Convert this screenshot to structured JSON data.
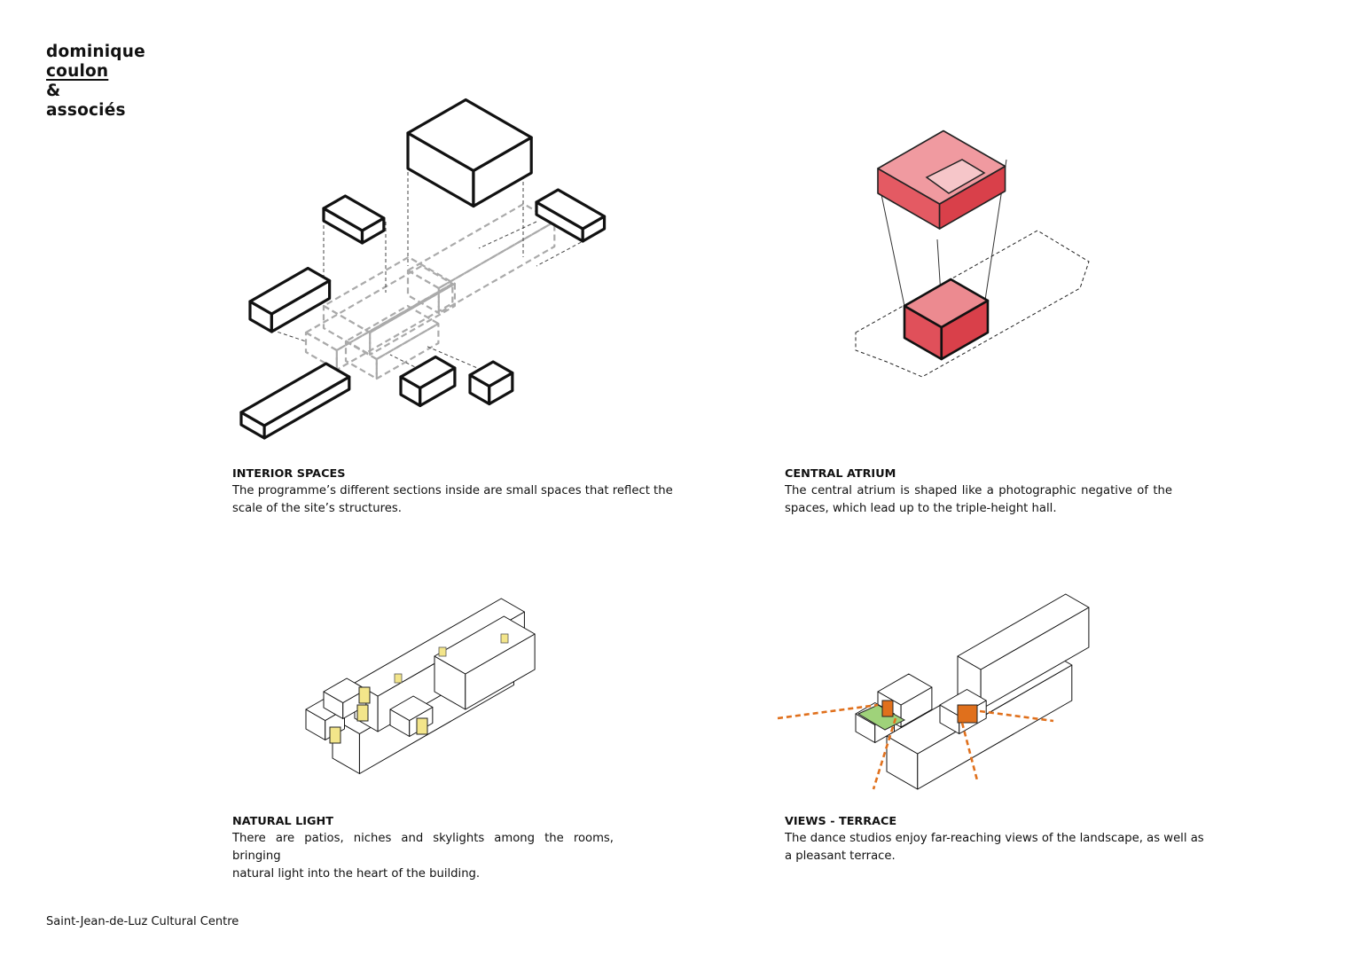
{
  "logo": {
    "line1": "dominique",
    "line2": "coulon",
    "line3": "&",
    "line4": "associés"
  },
  "panels": [
    {
      "title": "INTERIOR SPACES",
      "lines": [
        "The programme’s different sections inside are small spaces that reflect the",
        "scale of the site’s structures."
      ]
    },
    {
      "title": "CENTRAL ATRIUM",
      "lines": [
        "The central atrium is shaped like a photographic negative of the",
        "spaces, which lead up to the triple-height hall."
      ]
    },
    {
      "title": "NATURAL LIGHT",
      "lines": [
        "There are patios, niches and skylights among the rooms, bringing",
        "natural light into the heart of the building."
      ]
    },
    {
      "title": "VIEWS - TERRACE",
      "lines": [
        "The dance studios enjoy far-reaching views of the landscape, as well as",
        "a pleasant terrace."
      ]
    }
  ],
  "footer": "Saint-Jean-de-Luz Cultural Centre",
  "colors": {
    "atrium_red": "#e0505a",
    "light_yellow": "#f3e58a",
    "view_orange": "#e0701c",
    "terrace_green": "#9fd27a"
  }
}
